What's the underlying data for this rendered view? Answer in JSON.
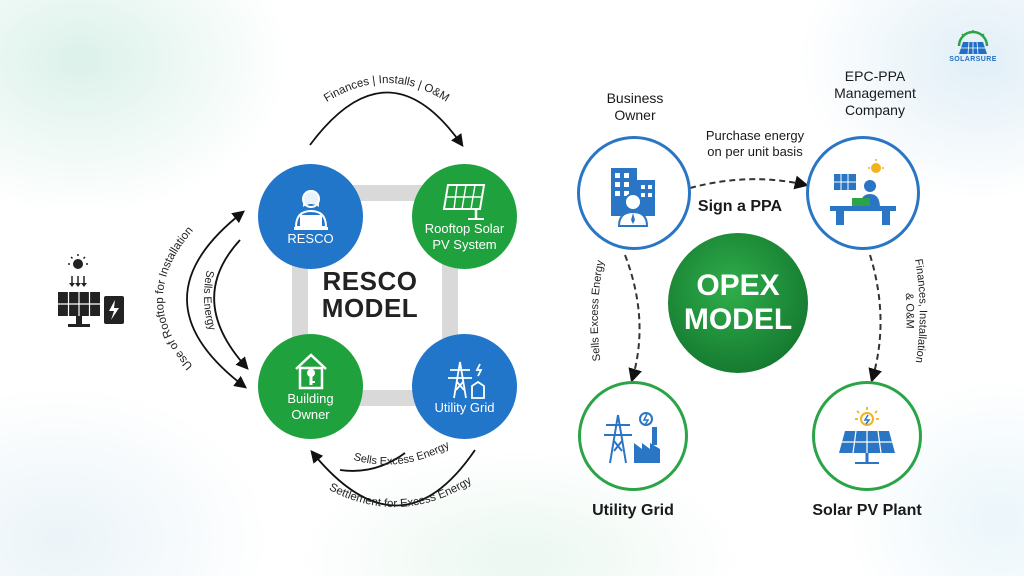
{
  "logo": {
    "text": "SOLARSURE",
    "icon": "sun-over-panel-logo"
  },
  "resco": {
    "title_line1": "RESCO",
    "title_line2": "MODEL",
    "nodes": {
      "resco": {
        "label": "RESCO",
        "icon": "person-with-laptop-icon"
      },
      "rooftop": {
        "label_line1": "Rooftop Solar",
        "label_line2": "PV System",
        "icon": "solar-panel-icon"
      },
      "building": {
        "label_line1": "Building",
        "label_line2": "Owner",
        "icon": "house-key-icon"
      },
      "utility": {
        "label": "Utility Grid",
        "icon": "transmission-tower-icon"
      }
    },
    "flows": {
      "top": "Finances | Installs | O&M",
      "left_outer": "Use of Rooftop for Installation",
      "left_inner": "Sells Energy",
      "bottom_inner": "Sells Excess Energy",
      "bottom_outer": "Settlement for Excess Energy"
    }
  },
  "opex": {
    "title_line1": "OPEX",
    "title_line2": "MODEL",
    "nodes": {
      "business": {
        "caption_line1": "Business",
        "caption_line2": "Owner",
        "icon": "office-building-person-icon"
      },
      "epc": {
        "caption_line1": "EPC-PPA",
        "caption_line2": "Management",
        "caption_line3": "Company",
        "icon": "worker-at-desk-icon"
      },
      "utility": {
        "caption": "Utility Grid",
        "icon": "tower-factory-icon"
      },
      "plant": {
        "caption": "Solar PV Plant",
        "icon": "solar-plant-icon"
      }
    },
    "flows": {
      "purchase_line1": "Purchase energy",
      "purchase_line2": "on per unit basis",
      "ppa": "Sign a PPA",
      "left": "Sells Excess Energy",
      "right_line1": "Finances, Installation",
      "right_line2": "& O&M"
    }
  },
  "colors": {
    "blue": "#2176c9",
    "green": "#1fa23e",
    "dark_green": "#157a30",
    "grey": "#d9d9d9"
  }
}
